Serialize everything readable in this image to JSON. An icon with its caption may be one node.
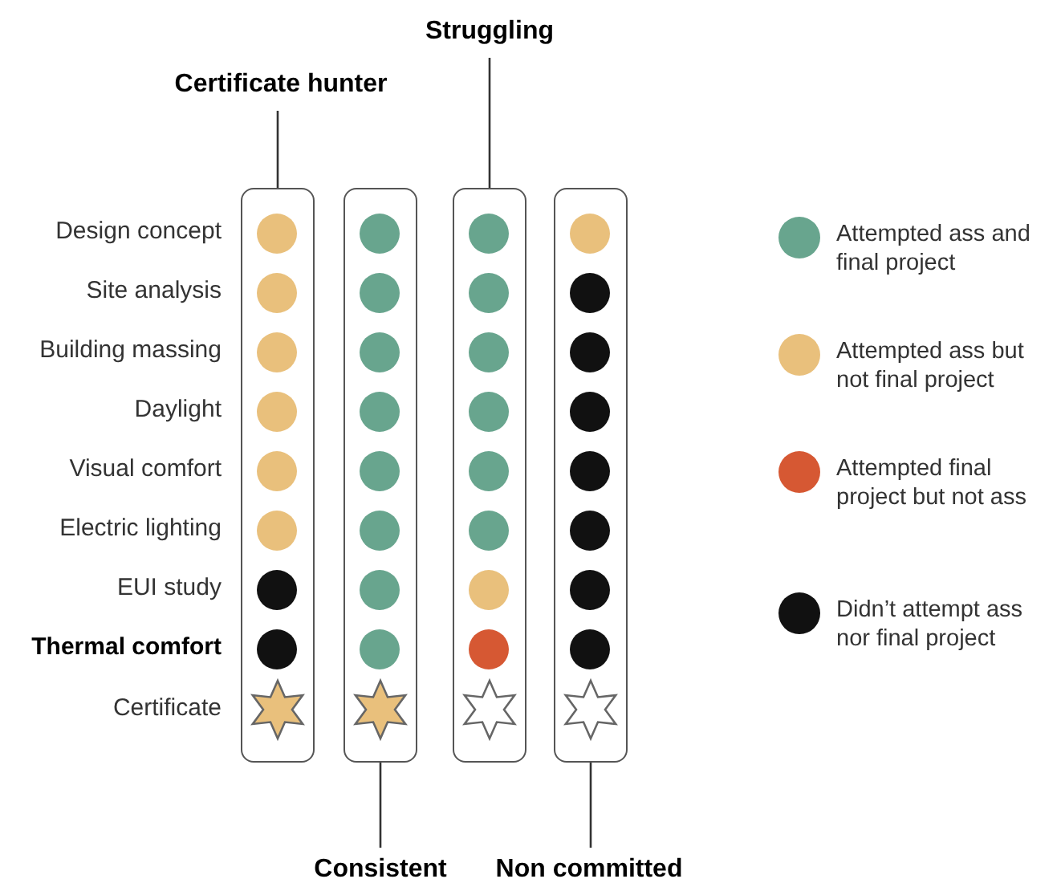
{
  "diagram": {
    "nodes": [
      {
        "text": [
          "Struggling"
        ]
      },
      {
        "text": [
          "Certificate hunter"
        ]
      },
      {
        "text": [],
        "shape": "box"
      },
      {
        "text": [],
        "shape": "circle",
        "in": 2
      },
      {
        "text": [],
        "shape": "circle",
        "in": 2
      },
      {
        "text": [],
        "shape": "circle",
        "in": 2
      },
      {
        "text": [],
        "shape": "circle",
        "in": 2
      },
      {
        "text": [],
        "shape": "circle",
        "in": 2
      },
      {
        "text": [],
        "shape": "circle",
        "in": 2
      },
      {
        "text": [],
        "shape": "circle",
        "in": 2
      },
      {
        "text": [],
        "shape": "circle",
        "in": 2
      },
      {
        "text": [],
        "shape": "star",
        "in": 2
      },
      {
        "text": [],
        "shape": "box"
      },
      {
        "text": [],
        "shape": "circle",
        "in": 12
      },
      {
        "text": [],
        "shape": "circle",
        "in": 12
      },
      {
        "text": [],
        "shape": "circle",
        "in": 12
      },
      {
        "text": [],
        "shape": "circle",
        "in": 12
      },
      {
        "text": [],
        "shape": "circle",
        "in": 12
      },
      {
        "text": [],
        "shape": "circle",
        "in": 12
      },
      {
        "text": [],
        "shape": "circle",
        "in": 12
      },
      {
        "text": [],
        "shape": "circle",
        "in": 12
      },
      {
        "text": [],
        "shape": "star",
        "in": 12
      },
      {
        "text": [],
        "shape": "box"
      },
      {
        "text": [],
        "shape": "circle",
        "in": 22
      },
      {
        "text": [],
        "shape": "circle",
        "in": 22
      },
      {
        "text": [],
        "shape": "circle",
        "in": 22
      },
      {
        "text": [],
        "shape": "circle",
        "in": 22
      },
      {
        "text": [],
        "shape": "circle",
        "in": 22
      },
      {
        "text": [],
        "shape": "circle",
        "in": 22
      },
      {
        "text": [],
        "shape": "circle",
        "in": 22
      },
      {
        "text": [],
        "shape": "circle",
        "in": 22
      },
      {
        "text": [],
        "shape": "star",
        "in": 22
      },
      {
        "text": [],
        "shape": "box"
      },
      {
        "text": [],
        "shape": "circle",
        "in": 32
      },
      {
        "text": [],
        "shape": "circle",
        "in": 32
      },
      {
        "text": [],
        "shape": "circle",
        "in": 32
      },
      {
        "text": [],
        "shape": "circle",
        "in": 32
      },
      {
        "text": [],
        "shape": "circle",
        "in": 32
      },
      {
        "text": [],
        "shape": "circle",
        "in": 32
      },
      {
        "text": [],
        "shape": "circle",
        "in": 32
      },
      {
        "text": [],
        "shape": "circle",
        "in": 32
      },
      {
        "text": [],
        "shape": "star",
        "in": 32
      },
      {
        "text": [
          "Consistent"
        ]
      },
      {
        "text": [
          "Non committed"
        ]
      }
    ],
    "edges": [
      {
        "from": 0,
        "to": 22,
        "arrow": "none"
      },
      {
        "from": 1,
        "to": 2,
        "arrow": "none"
      },
      {
        "from": 42,
        "to": 12,
        "arrow": "none"
      },
      {
        "from": 43,
        "to": 32,
        "arrow": "none"
      }
    ],
    "labels": [
      "Design concept",
      "Site analysis",
      "Building massing",
      "Daylight",
      "Visual comfort",
      "Electric lighting",
      "EUI study",
      "Thermal comfort",
      "Certificate"
    ],
    "legend": [
      {
        "text": "Attempted ass and final project",
        "color": "#68a58e"
      },
      {
        "text": "Attempted ass but not final project",
        "color": "#e9c07c"
      },
      {
        "text": "Attempted final project but not ass",
        "color": "#d65833"
      },
      {
        "text": "Didn’t attempt ass nor final project",
        "color": "#111111"
      }
    ]
  }
}
